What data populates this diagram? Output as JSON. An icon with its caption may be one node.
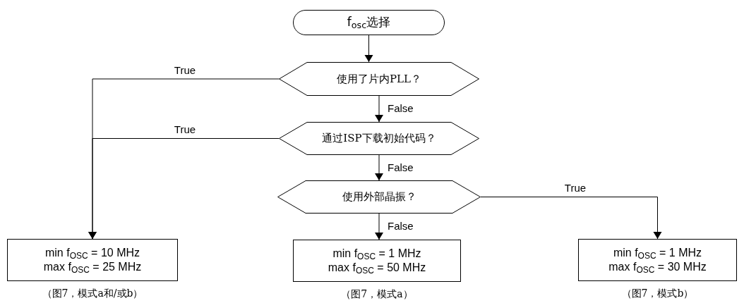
{
  "diagram": {
    "nodes": [
      {
        "text": [
          "f$_{osc}$选择"
        ]
      },
      {
        "text": [
          "使用了片内PLL？"
        ]
      },
      {
        "text": [
          "通过ISP下载初始代码？"
        ]
      },
      {
        "text": [
          "使用外部晶振？"
        ]
      },
      {
        "text": [
          "min f$_{OSC}$ = 10 MHz",
          "max f$_{OSC}$ = 25 MHz"
        ],
        "beside": [
          "（图7，模式a和/或b）"
        ]
      },
      {
        "text": [
          "min f$_{OSC}$ = 1 MHz",
          "max f$_{OSC}$ = 50 MHz"
        ],
        "beside": [
          "（图7，模式a）"
        ]
      },
      {
        "text": [
          "min f$_{OSC}$ = 1 MHz",
          "max f$_{OSC}$ = 30 MHz"
        ],
        "beside": [
          "（图7，模式b）"
        ]
      }
    ],
    "edges": [
      {
        "from": 0,
        "to": 1,
        "arrow": "to"
      },
      {
        "from": 1,
        "to": 4,
        "arrow": "to",
        "label": "True"
      },
      {
        "from": 1,
        "to": 2,
        "arrow": "to",
        "label": "False"
      },
      {
        "from": 2,
        "to": 4,
        "arrow": "to",
        "label": "True"
      },
      {
        "from": 2,
        "to": 3,
        "arrow": "to",
        "label": "False"
      },
      {
        "from": 3,
        "to": 5,
        "arrow": "to",
        "label": "False"
      },
      {
        "from": 3,
        "to": 6,
        "arrow": "to",
        "label": "True"
      }
    ]
  }
}
